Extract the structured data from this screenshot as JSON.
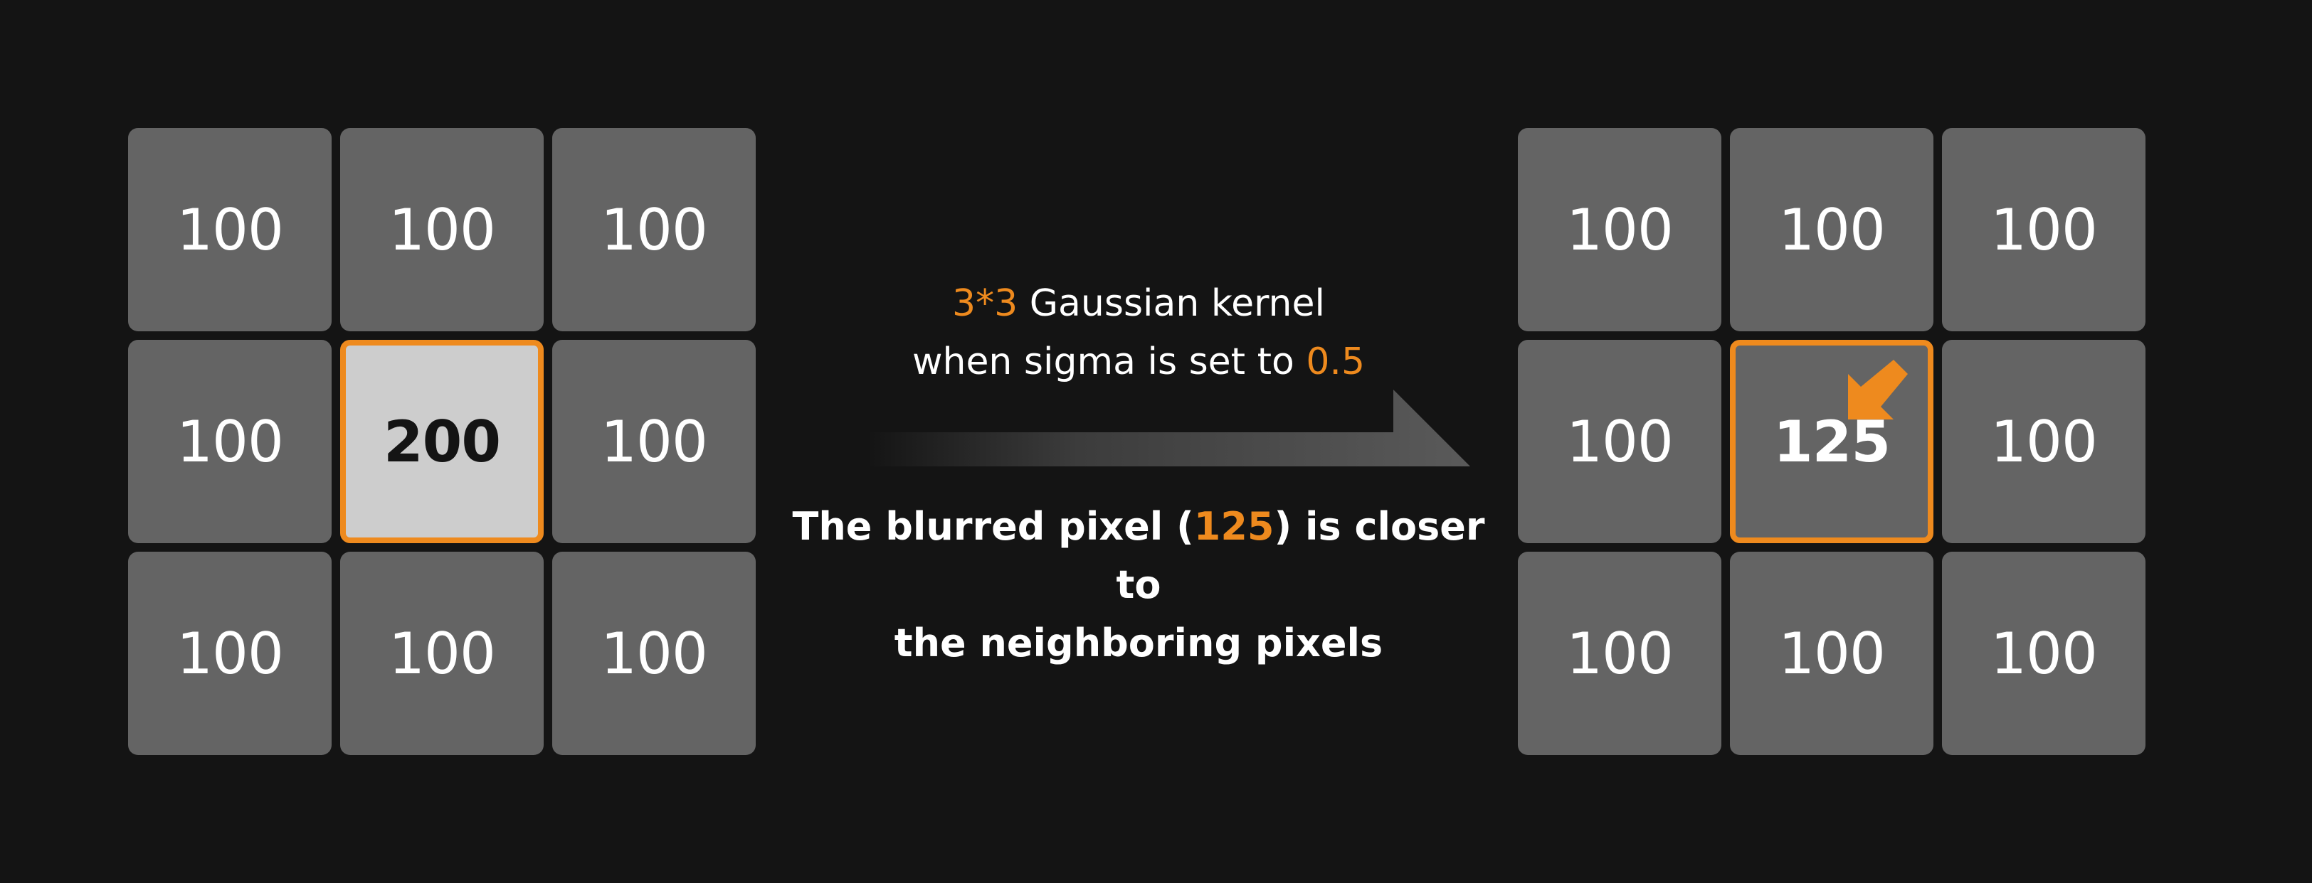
{
  "colors": {
    "background": "#141414",
    "cell": "#646464",
    "highlight_cell": "#cdcdcd",
    "accent": "#ee8a1e",
    "text": "#ffffff"
  },
  "left_grid": {
    "cells": [
      "100",
      "100",
      "100",
      "100",
      "200",
      "100",
      "100",
      "100",
      "100"
    ]
  },
  "right_grid": {
    "cells": [
      "100",
      "100",
      "100",
      "100",
      "125",
      "100",
      "100",
      "100",
      "100"
    ]
  },
  "caption_top": {
    "line1_hl": "3*3",
    "line1_rest": " Gaussian kernel",
    "line2_pre": "when sigma is set to ",
    "line2_hl": "0.5"
  },
  "caption_bottom": {
    "line1_pre": "The blurred pixel (",
    "line1_hl": "125",
    "line1_post": ") is closer to",
    "line2": "the neighboring pixels"
  },
  "icons": {
    "transition": "right-arrow-icon",
    "center_marker": "arrow-down-left-icon"
  }
}
